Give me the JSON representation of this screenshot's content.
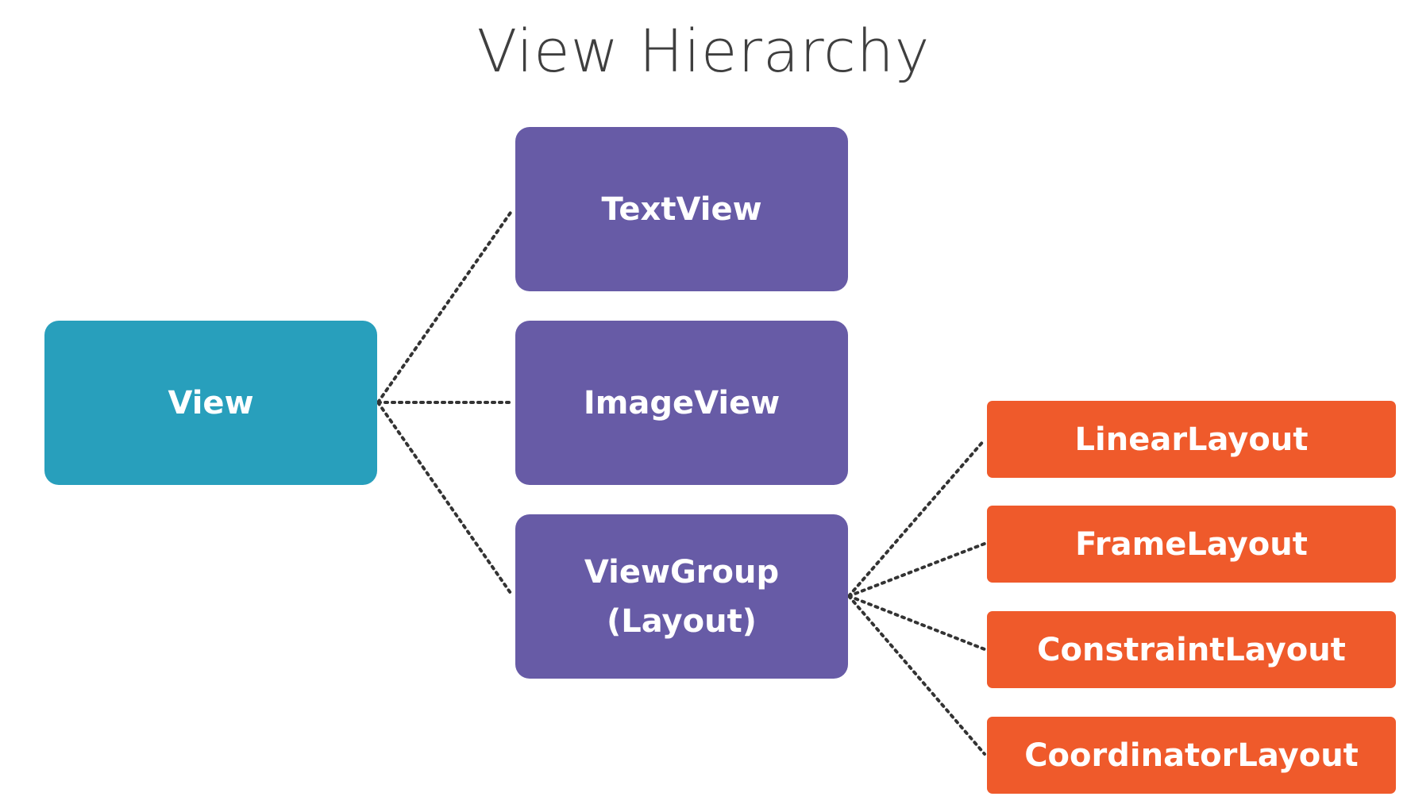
{
  "title": "View Hierarchy",
  "nodes": {
    "root": {
      "label": "View",
      "color": "#289fbc"
    },
    "mid": [
      {
        "label": "TextView"
      },
      {
        "label": "ImageView"
      },
      {
        "line1": "ViewGroup",
        "line2": "(Layout)"
      }
    ],
    "leaves": [
      {
        "label": "LinearLayout"
      },
      {
        "label": "FrameLayout"
      },
      {
        "label": "ConstraintLayout"
      },
      {
        "label": "CoordinatorLayout"
      }
    ]
  },
  "colors": {
    "root": "#289fbc",
    "mid": "#675ba6",
    "leaf": "#ef5a2b",
    "connector": "#333333"
  }
}
